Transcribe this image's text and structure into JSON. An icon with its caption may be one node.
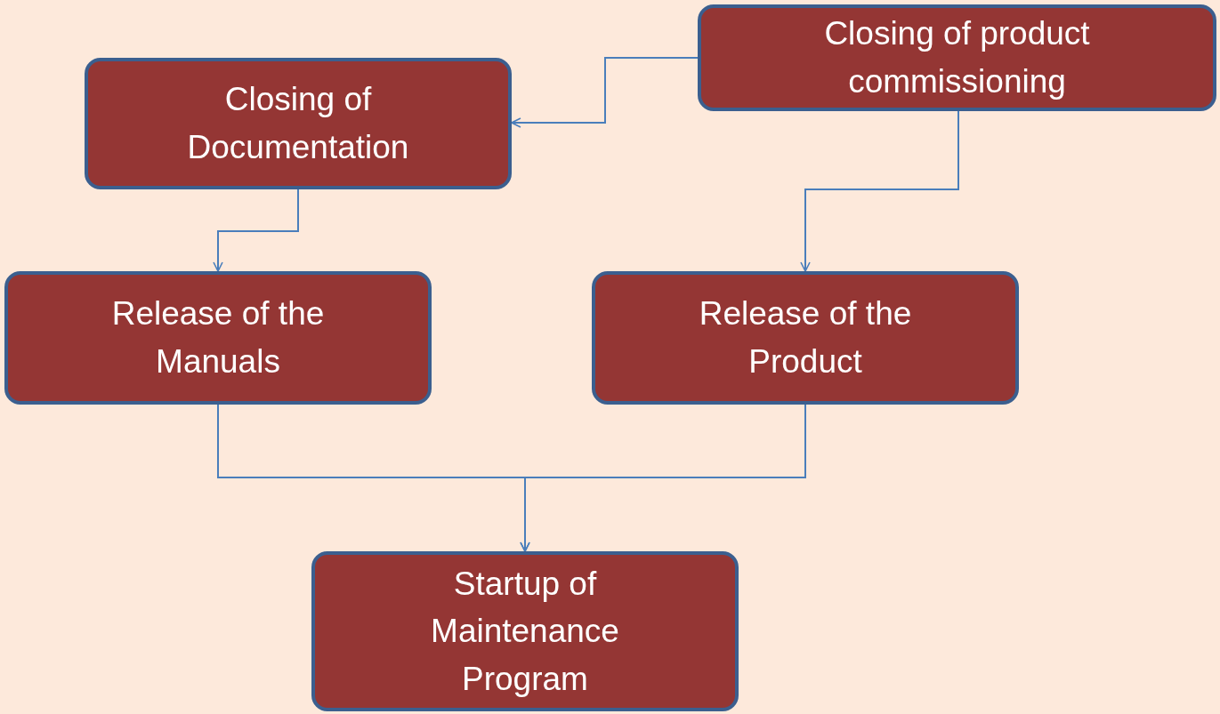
{
  "diagram": {
    "nodes": [
      {
        "text": [
          "Closing of product commissioning"
        ]
      },
      {
        "text": [
          "Closing of Documentation"
        ]
      },
      {
        "text": [
          "Release of the Manuals"
        ]
      },
      {
        "text": [
          "Release of the Product"
        ]
      },
      {
        "text": [
          "Startup of Maintenance Program"
        ]
      }
    ],
    "edges": [
      {
        "from": 0,
        "to": 1,
        "arrow": "to"
      },
      {
        "from": 0,
        "to": 3,
        "arrow": "to"
      },
      {
        "from": 1,
        "to": 2,
        "arrow": "to"
      },
      {
        "from": 2,
        "to": 4,
        "arrow": "to"
      },
      {
        "from": 3,
        "to": 4,
        "arrow": "to"
      }
    ]
  }
}
